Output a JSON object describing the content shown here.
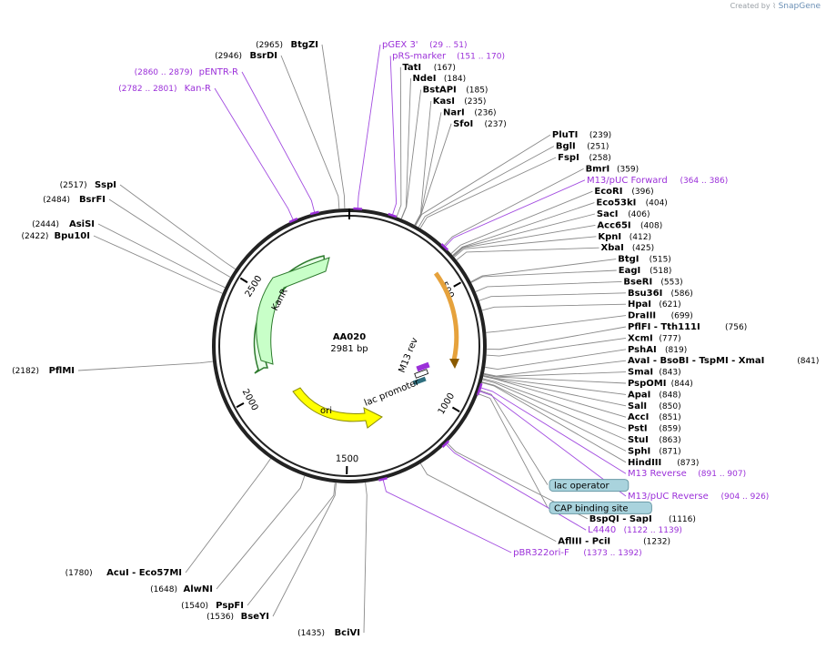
{
  "credit": {
    "prefix": "Created by",
    "brand": "SnapGene"
  },
  "plasmid": {
    "name": "AA020",
    "size_label": "2981 bp",
    "length": 2981
  },
  "ticks": [
    {
      "bp": 500,
      "label": "500"
    },
    {
      "bp": 1000,
      "label": "1000"
    },
    {
      "bp": 1500,
      "label": "1500"
    },
    {
      "bp": 2000,
      "label": "2000"
    },
    {
      "bp": 2500,
      "label": "2500"
    }
  ],
  "features": [
    {
      "name": "KanR",
      "color": "#c8ffc8",
      "stroke": "#2d7a2d"
    },
    {
      "name": "ori",
      "color": "#ffff00",
      "stroke": "#8a8a00"
    },
    {
      "name": "lac promoter",
      "color": "#ffffff",
      "stroke": "#000000"
    },
    {
      "name": "M13 rev",
      "color": "#9b30d9",
      "stroke": "#9b30d9"
    }
  ],
  "right_labels": [
    {
      "name": "pGEX 3'",
      "pos": "(29 .. 51)",
      "purple": true
    },
    {
      "name": "pRS-marker",
      "pos": "(151 .. 170)",
      "purple": true
    },
    {
      "name": "TatI",
      "pos": "(167)"
    },
    {
      "name": "NdeI",
      "pos": "(184)"
    },
    {
      "name": "BstAPI",
      "pos": "(185)"
    },
    {
      "name": "KasI",
      "pos": "(235)"
    },
    {
      "name": "NarI",
      "pos": "(236)"
    },
    {
      "name": "SfoI",
      "pos": "(237)"
    },
    {
      "name": "PluTI",
      "pos": "(239)"
    },
    {
      "name": "BglI",
      "pos": "(251)"
    },
    {
      "name": "FspI",
      "pos": "(258)"
    },
    {
      "name": "BmrI",
      "pos": "(359)"
    },
    {
      "name": "M13/pUC Forward",
      "pos": "(364 .. 386)",
      "purple": true
    },
    {
      "name": "EcoRI",
      "pos": "(396)"
    },
    {
      "name": "Eco53kI",
      "pos": "(404)"
    },
    {
      "name": "SacI",
      "pos": "(406)"
    },
    {
      "name": "Acc65I",
      "pos": "(408)"
    },
    {
      "name": "KpnI",
      "pos": "(412)"
    },
    {
      "name": "XbaI",
      "pos": "(425)"
    },
    {
      "name": "BtgI",
      "pos": "(515)"
    },
    {
      "name": "EagI",
      "pos": "(518)"
    },
    {
      "name": "BseRI",
      "pos": "(553)"
    },
    {
      "name": "Bsu36I",
      "pos": "(586)"
    },
    {
      "name": "HpaI",
      "pos": "(621)"
    },
    {
      "name": "DraIII",
      "pos": "(699)"
    },
    {
      "name": "PflFI - Tth111I",
      "pos": "(756)"
    },
    {
      "name": "XcmI",
      "pos": "(777)"
    },
    {
      "name": "PshAI",
      "pos": "(819)"
    },
    {
      "name": "AvaI - BsoBI - TspMI - XmaI",
      "pos": "(841)"
    },
    {
      "name": "SmaI",
      "pos": "(843)"
    },
    {
      "name": "PspOMI",
      "pos": "(844)"
    },
    {
      "name": "ApaI",
      "pos": "(848)"
    },
    {
      "name": "SalI",
      "pos": "(850)"
    },
    {
      "name": "AccI",
      "pos": "(851)"
    },
    {
      "name": "PstI",
      "pos": "(859)"
    },
    {
      "name": "StuI",
      "pos": "(863)"
    },
    {
      "name": "SphI",
      "pos": "(871)"
    },
    {
      "name": "HindIII",
      "pos": "(873)"
    },
    {
      "name": "M13 Reverse",
      "pos": "(891 .. 907)",
      "purple": true
    },
    {
      "name": "lac operator",
      "pos": "",
      "box": true
    },
    {
      "name": "M13/pUC Reverse",
      "pos": "(904 .. 926)",
      "purple": true
    },
    {
      "name": "CAP binding site",
      "pos": "",
      "box": true
    },
    {
      "name": "BspQI - SapI",
      "pos": "(1116)"
    },
    {
      "name": "L4440",
      "pos": "(1122 .. 1139)",
      "purple": true
    },
    {
      "name": "AflIII - PciI",
      "pos": "(1232)"
    },
    {
      "name": "pBR322ori-F",
      "pos": "(1373 .. 1392)",
      "purple": true
    }
  ],
  "left_labels": [
    {
      "name": "BtgZI",
      "pos": "(2965)"
    },
    {
      "name": "BsrDI",
      "pos": "(2946)"
    },
    {
      "name": "pENTR-R",
      "pos": "(2860 .. 2879)",
      "purple": true
    },
    {
      "name": "Kan-R",
      "pos": "(2782 .. 2801)",
      "purple": true
    },
    {
      "name": "SspI",
      "pos": "(2517)"
    },
    {
      "name": "BsrFI",
      "pos": "(2484)"
    },
    {
      "name": "AsiSI",
      "pos": "(2444)"
    },
    {
      "name": "Bpu10I",
      "pos": "(2422)"
    },
    {
      "name": "PflMI",
      "pos": "(2182)"
    },
    {
      "name": "AcuI - Eco57MI",
      "pos": "(1780)"
    },
    {
      "name": "AlwNI",
      "pos": "(1648)"
    },
    {
      "name": "PspFI",
      "pos": "(1540)"
    },
    {
      "name": "BseYI",
      "pos": "(1536)"
    },
    {
      "name": "BciVI",
      "pos": "(1435)"
    }
  ]
}
